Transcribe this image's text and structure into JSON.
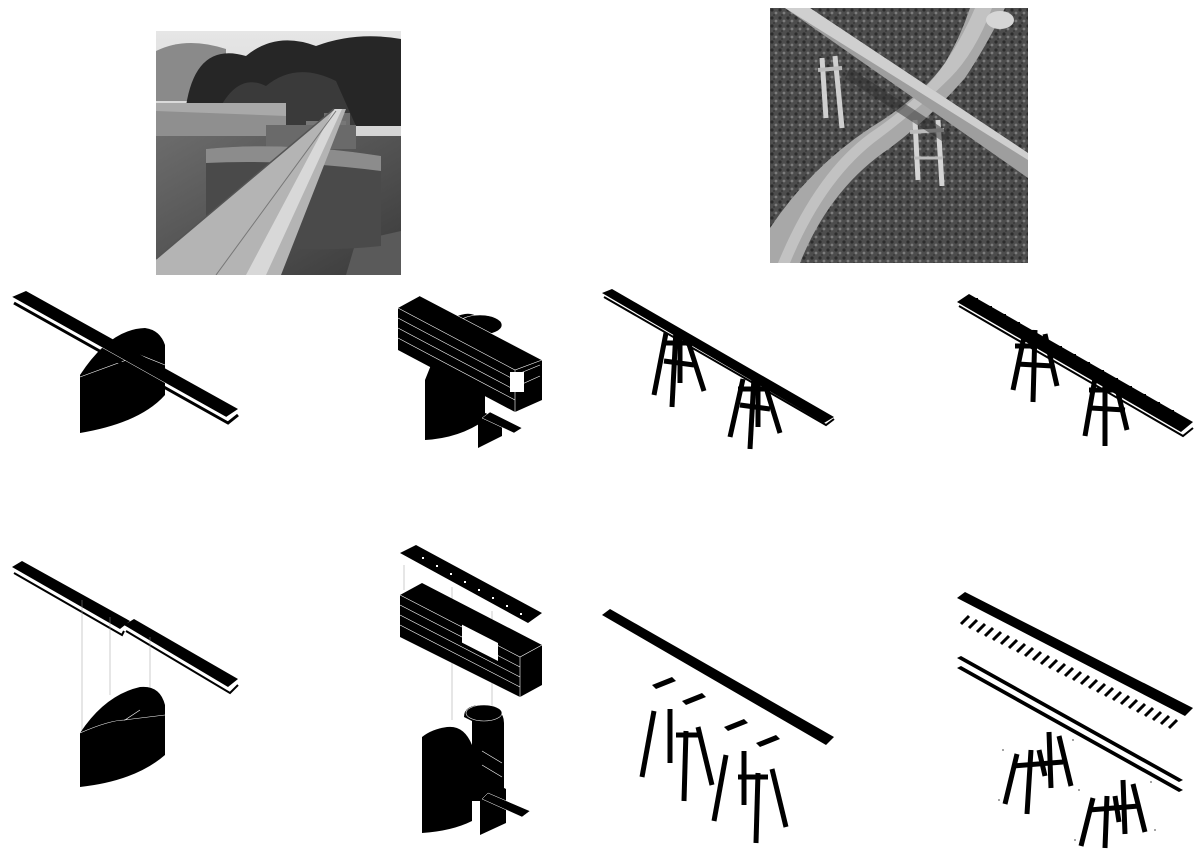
{
  "photos": [
    {
      "id": "stone-pier-footbridge-photo"
    },
    {
      "id": "timber-trestle-footbridge-photo"
    }
  ],
  "models": {
    "assembled": [
      {
        "id": "stone-pier-bridge-axonometric"
      },
      {
        "id": "stone-pier-bridge-with-enclosure-axonometric"
      },
      {
        "id": "trestle-bridge-axonometric"
      },
      {
        "id": "trestle-bridge-with-railing-axonometric"
      }
    ],
    "exploded": [
      {
        "id": "stone-pier-bridge-exploded"
      },
      {
        "id": "stone-pier-bridge-with-enclosure-exploded"
      },
      {
        "id": "trestle-bridge-exploded"
      },
      {
        "id": "trestle-bridge-with-railing-exploded"
      }
    ]
  },
  "colors": {
    "ink": "#000000",
    "paper": "#ffffff",
    "photo_dark": "#2b2b2b",
    "photo_mid": "#7a7a7a",
    "photo_light": "#c9c9c9"
  }
}
